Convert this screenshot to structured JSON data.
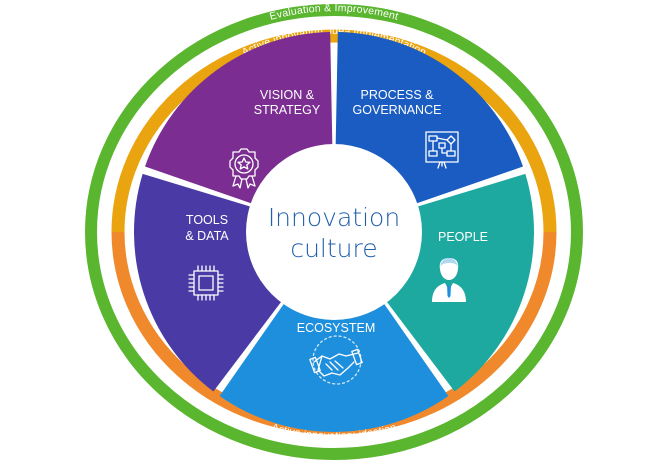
{
  "rings": {
    "outer": {
      "label": "Evaluation & Improvement",
      "color": "#5ab52f"
    },
    "upper": {
      "label": "Active innovation: idea implementation",
      "color": "#eaa40f"
    },
    "lower": {
      "label": "Active innovation: ideation",
      "color": "#f0892b"
    }
  },
  "center": {
    "line1": "Innovation",
    "line2": "culture",
    "color": "#1f5fae"
  },
  "segments": [
    {
      "id": "vision",
      "line1": "VISION &",
      "line2": "STRATEGY",
      "color": "#1a5cc2",
      "icon": "award-badge-icon"
    },
    {
      "id": "process",
      "line1": "PROCESS &",
      "line2": "GOVERNANCE",
      "color": "#1ea9a0",
      "icon": "flowchart-icon"
    },
    {
      "id": "people",
      "line1": "PEOPLE",
      "line2": "",
      "color": "#1e8fdc",
      "icon": "person-icon"
    },
    {
      "id": "ecosystem",
      "line1": "ECOSYSTEM",
      "line2": "",
      "color": "#4a3aa6",
      "icon": "handshake-icon"
    },
    {
      "id": "tools",
      "line1": "TOOLS",
      "line2": "& DATA",
      "color": "#7b2d91",
      "icon": "chip-icon"
    }
  ]
}
